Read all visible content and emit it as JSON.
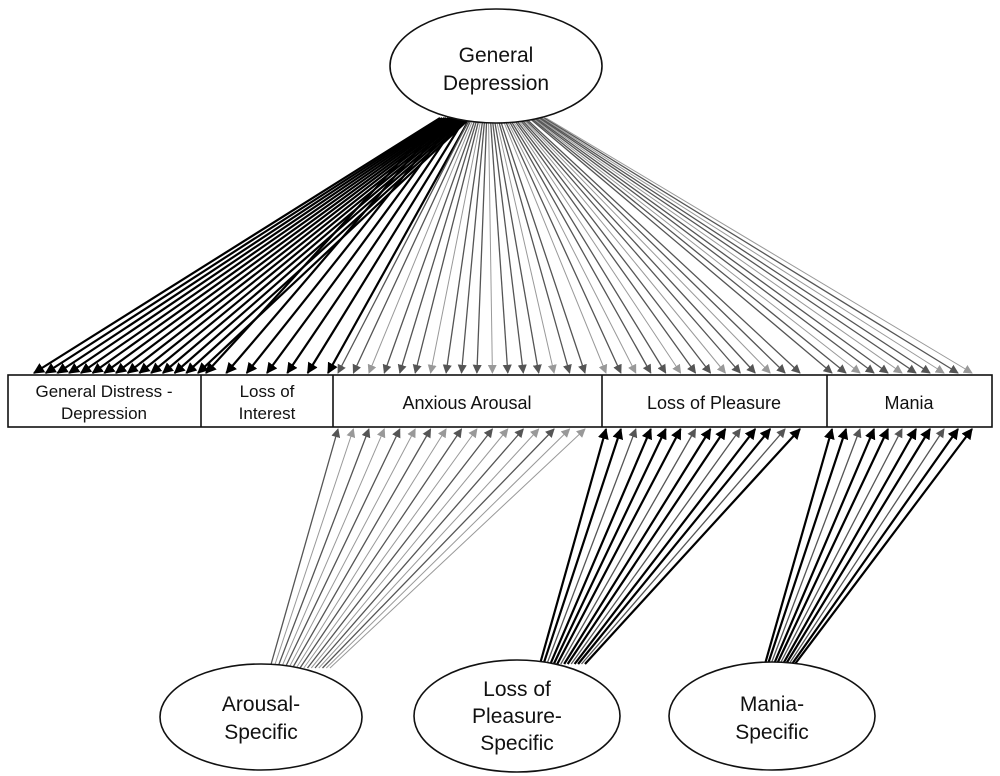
{
  "factors": {
    "general": {
      "line1": "General",
      "line2": "Depression"
    },
    "arousal": {
      "line1": "Arousal-",
      "line2": "Specific"
    },
    "pleasure": {
      "line1": "Loss of",
      "line2": "Pleasure-",
      "line3": "Specific"
    },
    "mania": {
      "line1": "Mania-",
      "line2": "Specific"
    }
  },
  "bands": [
    {
      "id": "distress",
      "line1": "General Distress -",
      "line2": "Depression",
      "indicator_count": 15
    },
    {
      "id": "interest",
      "line1": "Loss of",
      "line2": "Interest",
      "indicator_count": 7
    },
    {
      "id": "arousal",
      "line1": "Anxious Arousal",
      "line2": "",
      "indicator_count": 17
    },
    {
      "id": "pleasure",
      "line1": "Loss of Pleasure",
      "line2": "",
      "indicator_count": 14
    },
    {
      "id": "mania",
      "line1": "Mania",
      "line2": "",
      "indicator_count": 11
    }
  ],
  "colors": {
    "outline": "#111111",
    "strong_loading": "#000000",
    "moderate_loading": "#555555",
    "weak_loading": "#999999"
  },
  "loadings": {
    "general": {
      "distress": [
        "strong",
        "strong",
        "strong",
        "strong",
        "strong",
        "strong",
        "strong",
        "strong",
        "strong",
        "strong",
        "strong",
        "strong",
        "strong",
        "strong",
        "strong"
      ],
      "interest": [
        "strong",
        "strong",
        "strong",
        "strong",
        "strong",
        "strong",
        "strong"
      ],
      "arousal": [
        "moderate",
        "moderate",
        "weak",
        "moderate",
        "moderate",
        "moderate",
        "weak",
        "moderate",
        "moderate",
        "moderate",
        "weak",
        "moderate",
        "moderate",
        "moderate",
        "weak",
        "moderate",
        "moderate"
      ],
      "pleasure": [
        "weak",
        "moderate",
        "weak",
        "moderate",
        "moderate",
        "weak",
        "moderate",
        "moderate",
        "weak",
        "moderate",
        "moderate",
        "weak",
        "moderate",
        "moderate"
      ],
      "mania": [
        "moderate",
        "moderate",
        "weak",
        "moderate",
        "moderate",
        "weak",
        "moderate",
        "moderate",
        "weak",
        "moderate",
        "weak"
      ]
    },
    "arousal": [
      "moderate",
      "weak",
      "moderate",
      "weak",
      "moderate",
      "weak",
      "moderate",
      "weak",
      "moderate",
      "weak",
      "moderate",
      "weak",
      "moderate",
      "weak",
      "moderate",
      "weak",
      "weak"
    ],
    "pleasure": [
      "strong",
      "strong",
      "moderate",
      "strong",
      "strong",
      "strong",
      "moderate",
      "strong",
      "strong",
      "moderate",
      "strong",
      "strong",
      "moderate",
      "strong"
    ],
    "mania": [
      "strong",
      "strong",
      "moderate",
      "strong",
      "strong",
      "moderate",
      "strong",
      "strong",
      "moderate",
      "strong",
      "strong"
    ]
  }
}
